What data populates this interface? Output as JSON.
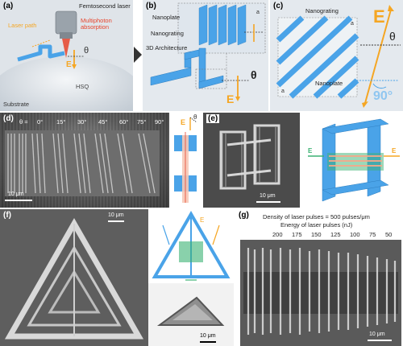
{
  "panel_a": {
    "label": "(a)",
    "femtosecond_laser": "Femtosecond laser",
    "laser_path": "Laser path",
    "multiphoton": "Multiphoton",
    "absorption": "absorption",
    "substrate": "Substrate",
    "hsq": "HSQ",
    "theta": "θ",
    "e_field": "E"
  },
  "panel_b": {
    "label": "(b)",
    "nanoplate": "Nanoplate",
    "nanograting": "Nanograting",
    "architecture": "3D Architecture",
    "theta": "θ",
    "e_field": "E",
    "a_mark": "a"
  },
  "panel_c": {
    "label": "(c)",
    "nanograting": "Nanograting",
    "nanoplate": "Nanoplate",
    "e_field": "E",
    "theta": "θ",
    "angle": "90°",
    "a_mark": "a"
  },
  "panel_d": {
    "label": "(d)",
    "theta_prefix": "θ =",
    "angles": [
      "0°",
      "15°",
      "30°",
      "45°",
      "60°",
      "75°",
      "90°"
    ],
    "scale": "10 μm",
    "e_field": "E",
    "theta": "θ"
  },
  "panel_e": {
    "label": "(e)",
    "scale": "10 μm",
    "e_field": "E"
  },
  "panel_f": {
    "label": "(f)",
    "scale_top": "10 μm",
    "scale_bottom": "10 μm",
    "e_field": "E"
  },
  "panel_g": {
    "label": "(g)",
    "density": "Density of laser pulses = 500 pulses/μm",
    "energy": "Energy of laser pulses (nJ)",
    "energies": [
      "200",
      "175",
      "150",
      "125",
      "100",
      "75",
      "50"
    ],
    "scale": "10 μm"
  },
  "colors": {
    "blue": "#4aa3e8",
    "orange": "#f5a623",
    "green": "#3bb273",
    "red": "#e8442c"
  }
}
